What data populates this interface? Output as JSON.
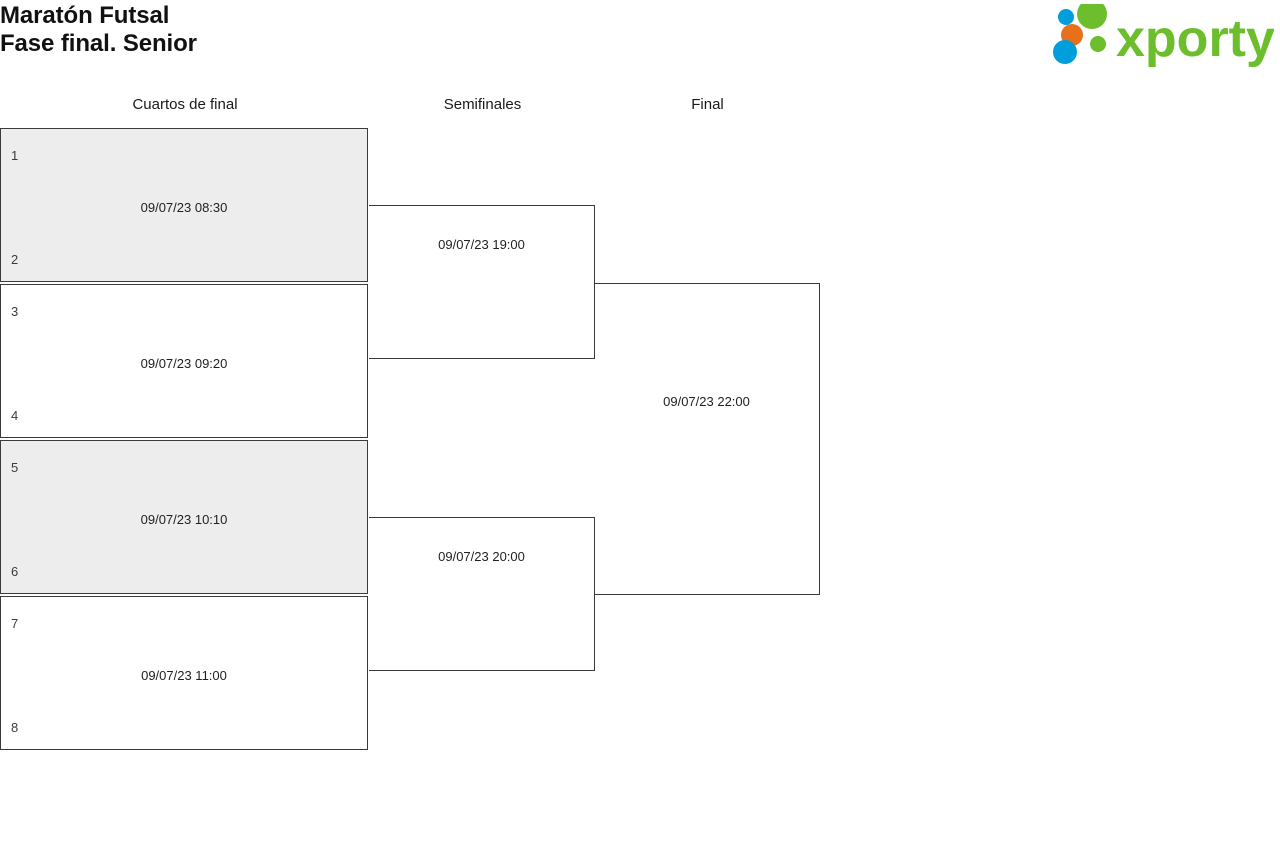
{
  "header": {
    "title_line1": "Maratón Futsal",
    "title_line2": "Fase final. Senior",
    "logo_text": "xporty",
    "logo_colors": {
      "green": "#6DBE2C",
      "blue": "#009EDB",
      "orange": "#E8701A"
    }
  },
  "rounds": [
    {
      "key": "qf",
      "label": "Cuartos de final"
    },
    {
      "key": "sf",
      "label": "Semifinales"
    },
    {
      "key": "final",
      "label": "Final"
    }
  ],
  "bracket": {
    "quarterfinals": [
      {
        "top_slot": "1",
        "bottom_slot": "2",
        "date": "09/07/23 08:30",
        "shaded": true
      },
      {
        "top_slot": "3",
        "bottom_slot": "4",
        "date": "09/07/23 09:20",
        "shaded": false
      },
      {
        "top_slot": "5",
        "bottom_slot": "6",
        "date": "09/07/23 10:10",
        "shaded": true
      },
      {
        "top_slot": "7",
        "bottom_slot": "8",
        "date": "09/07/23 11:00",
        "shaded": false
      }
    ],
    "semifinals": [
      {
        "date": "09/07/23 19:00"
      },
      {
        "date": "09/07/23 20:00"
      }
    ],
    "final": [
      {
        "date": "09/07/23 22:00"
      }
    ]
  }
}
